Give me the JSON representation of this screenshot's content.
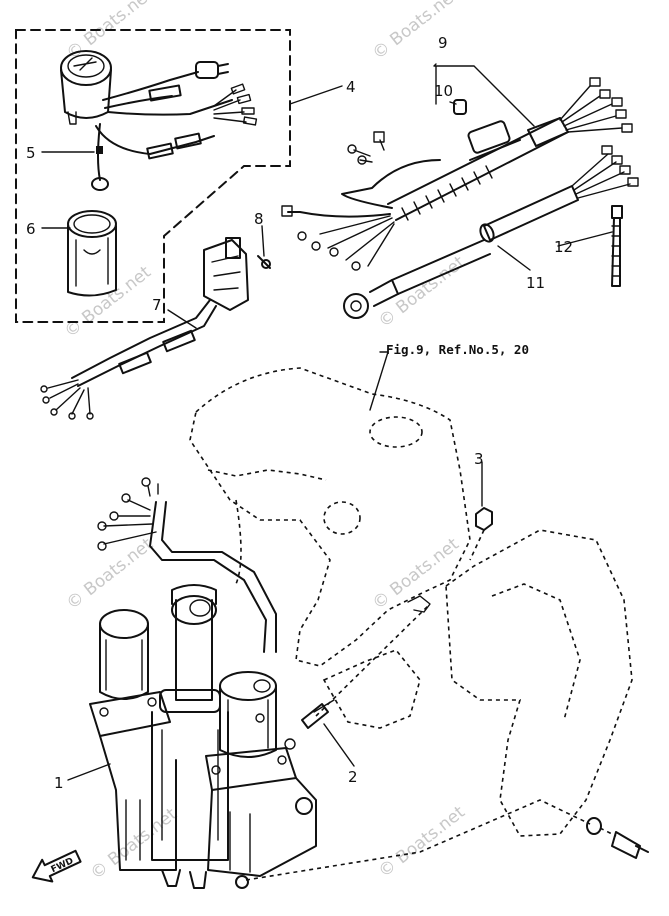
{
  "watermark": "© Boats.net",
  "reference_note": "Fig.9, Ref.No.5, 20",
  "direction_label": "FWD",
  "callouts": [
    "1",
    "2",
    "3",
    "4",
    "5",
    "6",
    "7",
    "8",
    "9",
    "10",
    "11",
    "12"
  ]
}
